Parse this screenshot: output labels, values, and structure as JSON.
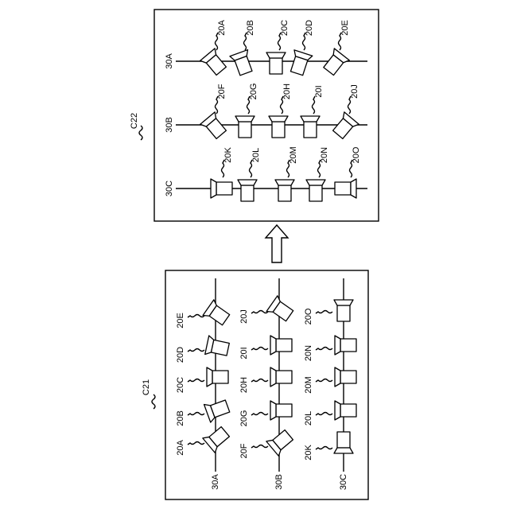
{
  "figures": {
    "upper": {
      "label": "C22",
      "rails": [
        {
          "id": "30A",
          "units": [
            {
              "label": "20A",
              "tilt": -40
            },
            {
              "label": "20B",
              "tilt": -20
            },
            {
              "label": "20C",
              "tilt": 0
            },
            {
              "label": "20D",
              "tilt": 18
            },
            {
              "label": "20E",
              "tilt": 38
            }
          ]
        },
        {
          "id": "30B",
          "units": [
            {
              "label": "20F",
              "tilt": -40
            },
            {
              "label": "20G",
              "tilt": 0
            },
            {
              "label": "20H",
              "tilt": 0
            },
            {
              "label": "20I",
              "tilt": 0
            },
            {
              "label": "20J",
              "tilt": 40
            }
          ]
        },
        {
          "id": "30C",
          "units": [
            {
              "label": "20K",
              "tilt": -90
            },
            {
              "label": "20L",
              "tilt": 0
            },
            {
              "label": "20M",
              "tilt": 0
            },
            {
              "label": "20N",
              "tilt": 0
            },
            {
              "label": "20O",
              "tilt": 90
            }
          ]
        }
      ]
    },
    "lower": {
      "label": "C21",
      "rails": [
        {
          "id": "30A",
          "units": [
            {
              "label": "20A",
              "tilt": -40
            },
            {
              "label": "20B",
              "tilt": -20
            },
            {
              "label": "20C",
              "tilt": 0
            },
            {
              "label": "20D",
              "tilt": 12
            },
            {
              "label": "20E",
              "tilt": 35
            }
          ]
        },
        {
          "id": "30B",
          "units": [
            {
              "label": "20F",
              "tilt": -40
            },
            {
              "label": "20G",
              "tilt": 0
            },
            {
              "label": "20H",
              "tilt": 0
            },
            {
              "label": "20I",
              "tilt": 0
            },
            {
              "label": "20J",
              "tilt": 35
            }
          ]
        },
        {
          "id": "30C",
          "units": [
            {
              "label": "20K",
              "tilt": -90
            },
            {
              "label": "20L",
              "tilt": 0
            },
            {
              "label": "20M",
              "tilt": 0
            },
            {
              "label": "20N",
              "tilt": 0
            },
            {
              "label": "20O",
              "tilt": 90
            }
          ]
        }
      ]
    }
  }
}
